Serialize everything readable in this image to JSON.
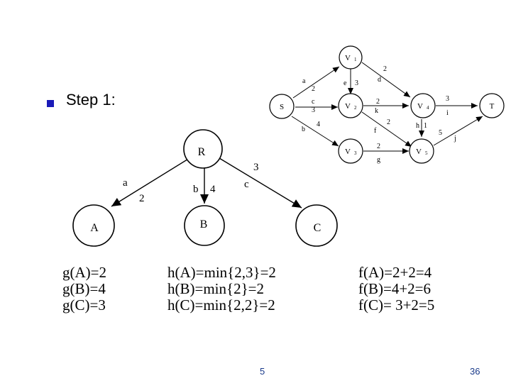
{
  "slide": {
    "step_label": "Step 1:",
    "page_center": "5",
    "page_right": "36"
  },
  "graph": {
    "nodes": {
      "S": "S",
      "V1": "V",
      "V1_sub": "1",
      "V2": "V",
      "V2_sub": "2",
      "V3": "V",
      "V3_sub": "3",
      "V4": "V",
      "V4_sub": "4",
      "V5": "V",
      "V5_sub": "5",
      "T": "T"
    },
    "edges": {
      "a_label": "a",
      "a_weight": "2",
      "b_label": "b",
      "b_weight": "4",
      "c_label": "c",
      "c_weight": "3",
      "d_label": "d",
      "d_weight": "2",
      "e_label": "e",
      "e_weight": "3",
      "k_label": "k",
      "k_weight": "2",
      "f_label": "f",
      "f_weight": "2",
      "g_label": "g",
      "g_weight": "2",
      "h_label": "h",
      "h_weight": "1",
      "i_label": "i",
      "i_weight": "3",
      "j_label": "j",
      "j_weight": "5"
    }
  },
  "tree": {
    "root": "R",
    "children": [
      "A",
      "B",
      "C"
    ],
    "edge_a_label": "a",
    "edge_a_weight": "2",
    "edge_b_label": "b",
    "edge_b_weight": "4",
    "edge_c_label": "c",
    "edge_c_weight": "3"
  },
  "formulas": {
    "g": [
      "g(A)=2",
      "g(B)=4",
      "g(C)=3"
    ],
    "h": [
      "h(A)=min{2,3}=2",
      "h(B)=min{2}=2",
      "h(C)=min{2,2}=2"
    ],
    "f": [
      "f(A)=2+2=4",
      "f(B)=4+2=6",
      "f(C)= 3+2=5"
    ]
  },
  "colors": {
    "bullet": "#1a1ab8",
    "page_number": "#1a3a8a"
  }
}
